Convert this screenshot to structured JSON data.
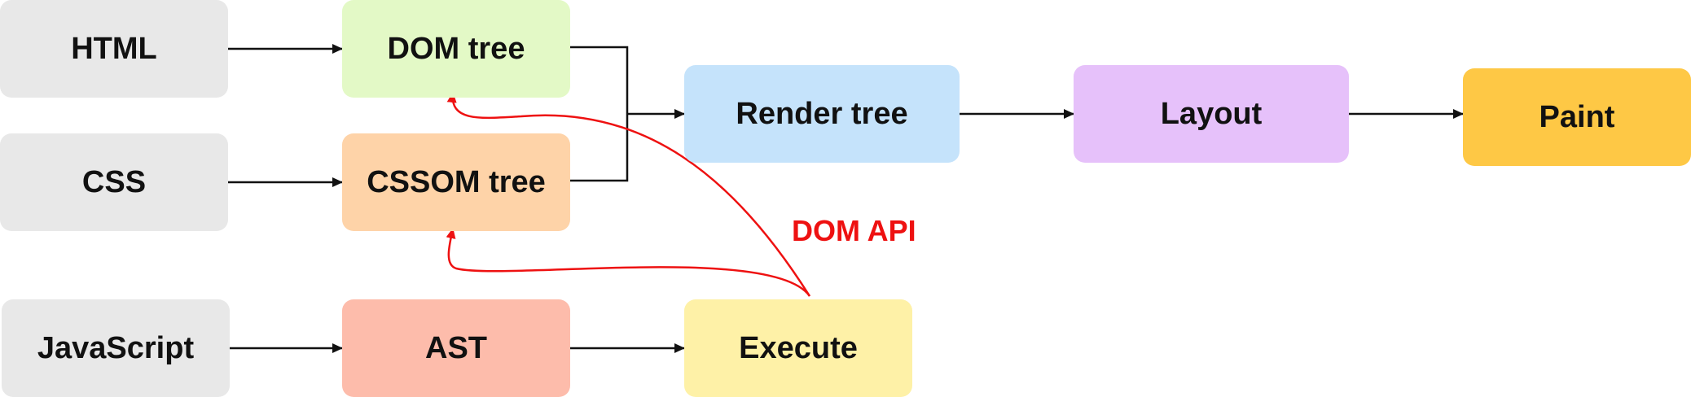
{
  "nodes": {
    "html": {
      "label": "HTML",
      "color": "#e8e8e8"
    },
    "css": {
      "label": "CSS",
      "color": "#e8e8e8"
    },
    "javascript": {
      "label": "JavaScript",
      "color": "#e8e8e8"
    },
    "dom_tree": {
      "label": "DOM tree",
      "color": "#e3f9c6"
    },
    "cssom_tree": {
      "label": "CSSOM tree",
      "color": "#fed3a8"
    },
    "ast": {
      "label": "AST",
      "color": "#fdbcab"
    },
    "render_tree": {
      "label": "Render tree",
      "color": "#c5e3fb"
    },
    "execute": {
      "label": "Execute",
      "color": "#fef1a7"
    },
    "layout": {
      "label": "Layout",
      "color": "#e6c1fa"
    },
    "paint": {
      "label": "Paint",
      "color": "#fec845"
    }
  },
  "edges": [
    {
      "from": "HTML",
      "to": "DOM tree"
    },
    {
      "from": "CSS",
      "to": "CSSOM tree"
    },
    {
      "from": "JavaScript",
      "to": "AST"
    },
    {
      "from": "AST",
      "to": "Execute"
    },
    {
      "from": "DOM tree",
      "to": "Render tree"
    },
    {
      "from": "CSSOM tree",
      "to": "Render tree"
    },
    {
      "from": "Render tree",
      "to": "Layout"
    },
    {
      "from": "Layout",
      "to": "Paint"
    },
    {
      "from": "Execute",
      "to": "DOM tree",
      "style": "api"
    },
    {
      "from": "Execute",
      "to": "CSSOM tree",
      "style": "api"
    }
  ],
  "api_label": "DOM API",
  "colors": {
    "edge": "#111111",
    "api": "#ee1111"
  }
}
